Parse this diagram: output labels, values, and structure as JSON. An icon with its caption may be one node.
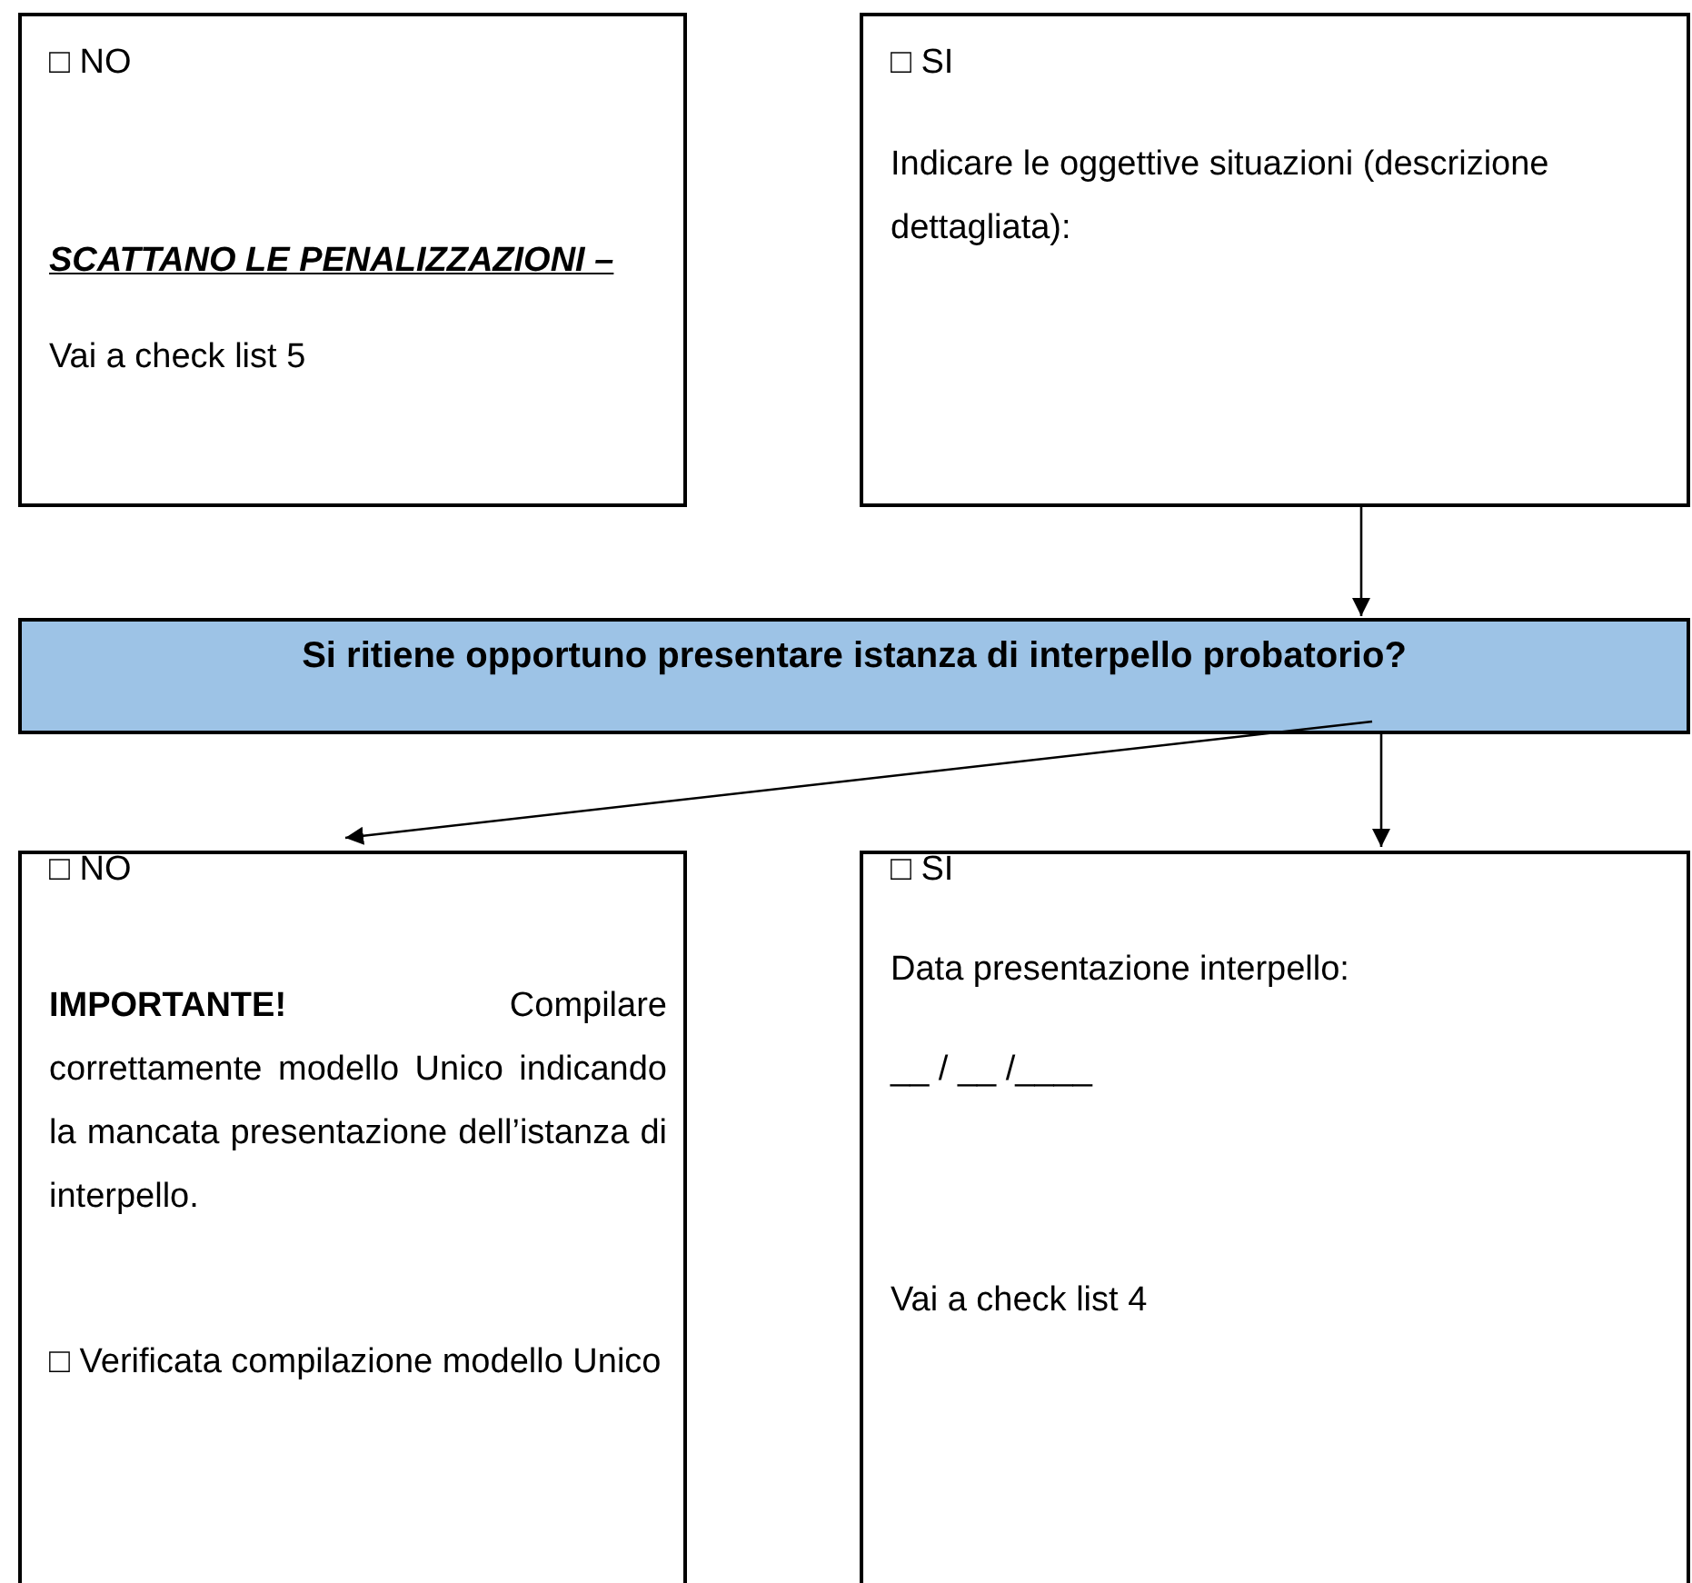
{
  "diagram": {
    "nodes": [
      {
        "text": [
          "□ NO",
          "SCATTANO LE PENALIZZAZIONI –",
          "Vai a check list 5"
        ]
      },
      {
        "text": [
          "□ SI",
          "Indicare le oggettive situazioni (descrizione dettagliata):"
        ]
      },
      {
        "text": [
          "Si ritiene opportuno presentare istanza di interpello probatorio?"
        ]
      },
      {
        "text": [
          "□ NO",
          "**IMPORTANTE!** Compilare correttamente modello Unico indicando la mancata presentazione dell’istanza di interpello.",
          "□ Verificata compilazione modello Unico"
        ]
      },
      {
        "text": [
          "□ SI",
          "Data presentazione interpello:",
          "__ / __ /____",
          "Vai a check list 4"
        ]
      }
    ],
    "edges": [
      {
        "from": 1,
        "to": 2,
        "arrow": "to"
      },
      {
        "from": 2,
        "to": 3,
        "arrow": "to"
      },
      {
        "from": 2,
        "to": 4,
        "arrow": "to"
      }
    ]
  }
}
